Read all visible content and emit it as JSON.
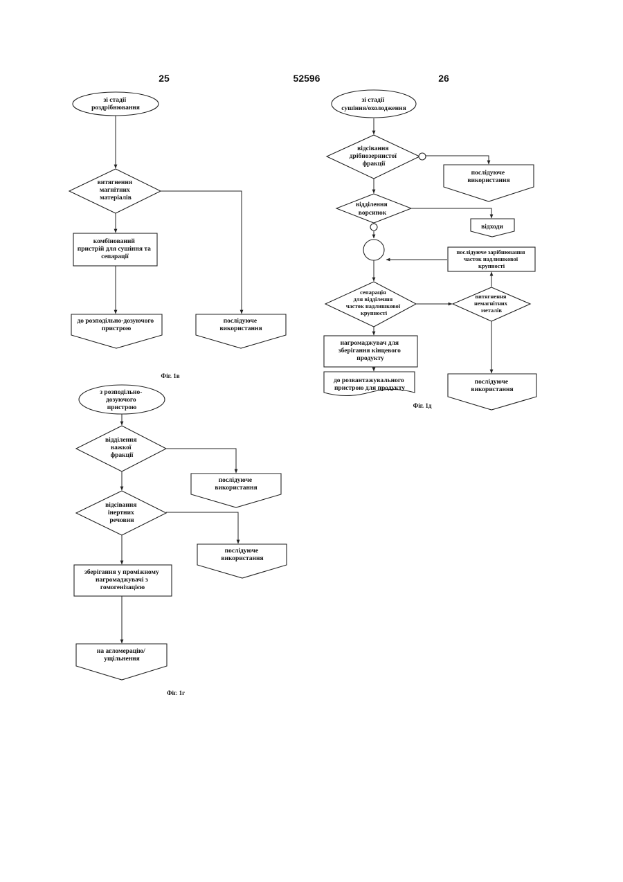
{
  "header": {
    "left_page": "25",
    "patent_number": "52596",
    "right_page": "26"
  },
  "fig_1v": {
    "caption": "Фіг. 1в",
    "start": [
      "зі стадії",
      "роздрібнювання"
    ],
    "decision": [
      "витягнення",
      "магнітних",
      "матеріалів"
    ],
    "process": [
      "комбінований",
      "пристрій для сушіння та",
      "сепарації"
    ],
    "out_left": [
      "до розподільно-дозуючого",
      "пристрою"
    ],
    "out_right": [
      "послідуюче",
      "використання"
    ]
  },
  "fig_1g": {
    "caption": "Фіг. 1г",
    "start": [
      "з розподільно-",
      "дозуючого",
      "пристрою"
    ],
    "decision1": [
      "відділення",
      "важкої",
      "фракції"
    ],
    "out1": [
      "послідуюче",
      "використання"
    ],
    "decision2": [
      "відсівання",
      "інертних",
      "речовин"
    ],
    "out2": [
      "послідуюче",
      "використання"
    ],
    "process": [
      "зберігання у проміжному",
      "нагромаджувачі з",
      "гомогенізацією"
    ],
    "out_final": [
      "на агломерацію/",
      "ущільнення"
    ]
  },
  "fig_1d": {
    "caption": "Фіг. 1д",
    "start": [
      "зі стадії",
      "сушіння/охолодження"
    ],
    "decision1": [
      "відсівання",
      "дрібнозернистої",
      "фракції"
    ],
    "out1": [
      "послідуюче",
      "використання"
    ],
    "decision2": [
      "відділення",
      "ворсинок"
    ],
    "waste": [
      "відходи"
    ],
    "regrind": [
      "послідуюче зарібнювання",
      "часток надлишкової",
      "крупності"
    ],
    "decision3": [
      "сепарація",
      "для відділення",
      "часток надлишкової",
      "крупності"
    ],
    "decision4": [
      "витягнення",
      "немагнітних",
      "металів"
    ],
    "storage": [
      "нагромаджувач для",
      "зберігання кінцевого",
      "продукту"
    ],
    "unload": [
      "до розвантажувального",
      "пристрою для продукту"
    ],
    "out_final": [
      "послідуюче",
      "використання"
    ]
  }
}
